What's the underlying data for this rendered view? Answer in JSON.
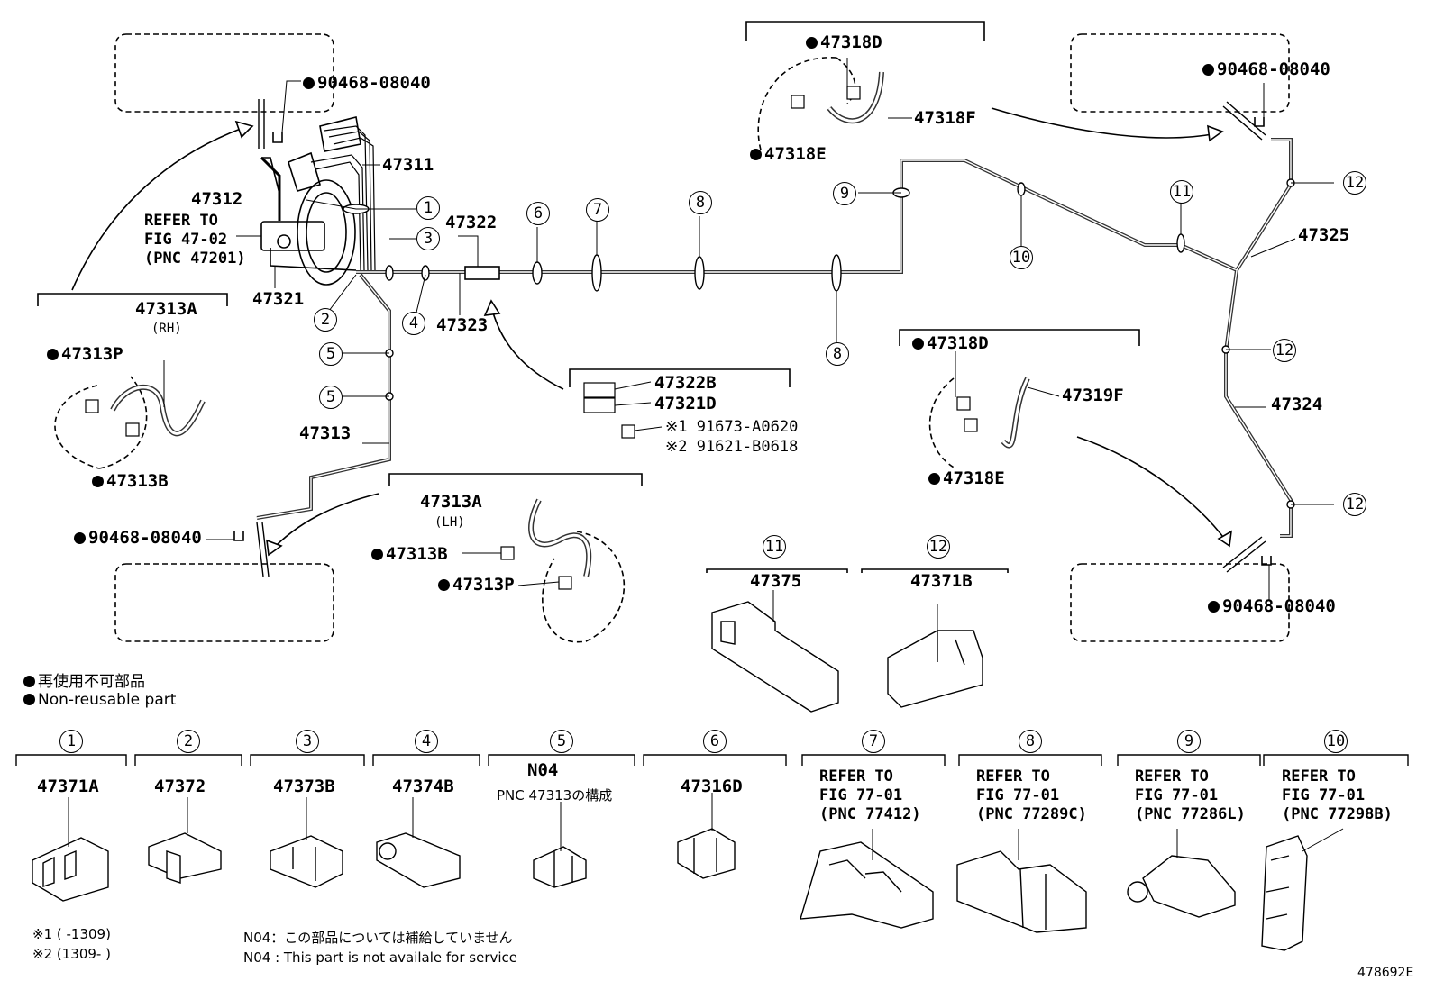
{
  "parts": {
    "p47311": "47311",
    "p47312": "47312",
    "ref_fig_47_02": "REFER TO\nFIG 47-02\n(PNC 47201)",
    "p47321": "47321",
    "p47322": "47322",
    "p47323": "47323",
    "p47313": "47313",
    "p47313A_rh": "47313A",
    "rh": "(RH)",
    "p47313P_rh": "47313P",
    "p47313B_rh": "47313B",
    "p47313A_lh": "47313A",
    "lh": "(LH)",
    "p47313B_lh": "47313B",
    "p47313P_lh": "47313P",
    "clip_tl": "90468-08040",
    "clip_bl": "90468-08040",
    "clip_tr": "90468-08040",
    "clip_br": "90468-08040",
    "p47322B": "47322B",
    "p47321D": "47321D",
    "bolt1": "※1 91673-A0620",
    "bolt2": "※2 91621-B0618",
    "p47318D_top": "47318D",
    "p47318E_top": "47318E",
    "p47318F": "47318F",
    "p47318D_mid": "47318D",
    "p47318E_mid": "47318E",
    "p47319F": "47319F",
    "p47325": "47325",
    "p47324": "47324"
  },
  "callouts": {
    "c1": "1",
    "c2": "2",
    "c3": "3",
    "c4": "4",
    "c5a": "5",
    "c5b": "5",
    "c6": "6",
    "c7": "7",
    "c8a": "8",
    "c8b": "8",
    "c9": "9",
    "c10": "10",
    "c11": "11",
    "c12a": "12",
    "c12b": "12",
    "c12c": "12",
    "c11b": "11",
    "c12d": "12"
  },
  "clamps_upper": {
    "c11": "47375",
    "c12": "47371B"
  },
  "legend": {
    "jp": "再使用不可部品",
    "en": "Non-reusable part"
  },
  "clamps": [
    {
      "n": "1",
      "part": "47371A"
    },
    {
      "n": "2",
      "part": "47372"
    },
    {
      "n": "3",
      "part": "47373B"
    },
    {
      "n": "4",
      "part": "47374B"
    },
    {
      "n": "5",
      "part": "N04",
      "sub": "PNC 47313の構成"
    },
    {
      "n": "6",
      "part": "47316D"
    },
    {
      "n": "7",
      "part": "REFER TO\nFIG 77-01\n(PNC 77412)"
    },
    {
      "n": "8",
      "part": "REFER TO\nFIG 77-01\n(PNC 77289C)"
    },
    {
      "n": "9",
      "part": "REFER TO\nFIG 77-01\n(PNC 77286L)"
    },
    {
      "n": "10",
      "part": "REFER TO\nFIG 77-01\n(PNC 77298B)"
    }
  ],
  "footnotes": {
    "f1": "※1 (      -1309)",
    "f2": "※2 (1309-       )",
    "n04_jp": "N04：この部品については補給していません",
    "n04_en": "N04 : This part is not availale for service"
  },
  "figure_id": "478692E"
}
